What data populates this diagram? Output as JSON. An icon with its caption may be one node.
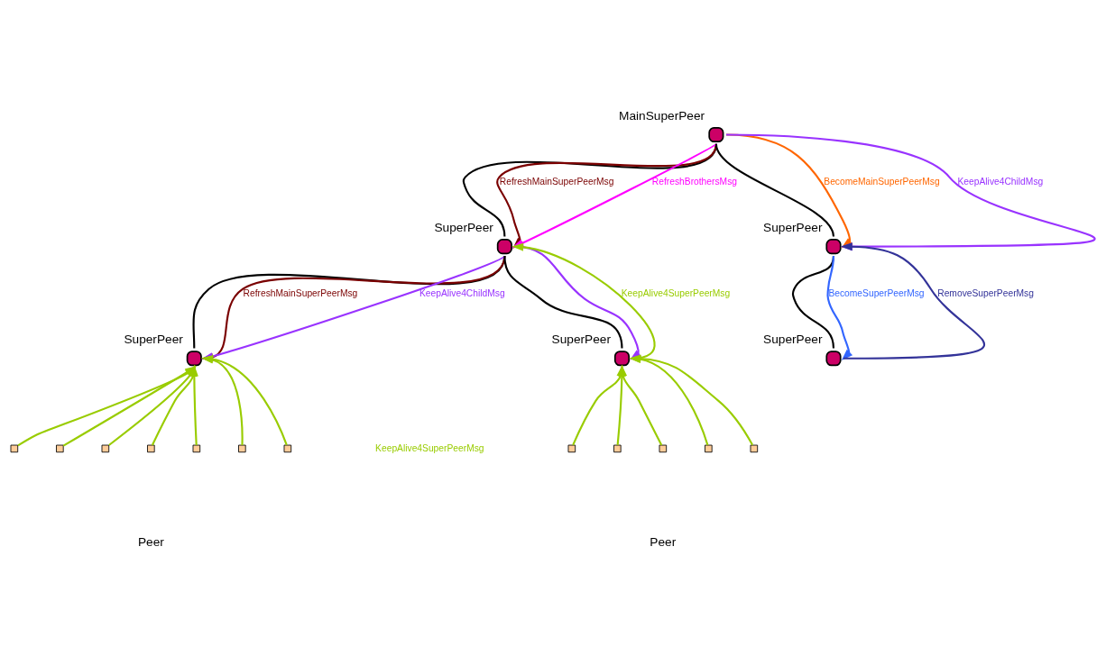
{
  "diagram": {
    "nodes": [
      {
        "text": [
          "MainSuperPeer"
        ]
      },
      {
        "text": [
          "SuperPeer"
        ]
      },
      {
        "text": [
          "SuperPeer"
        ]
      },
      {
        "text": [
          "SuperPeer"
        ]
      },
      {
        "text": [
          "SuperPeer"
        ]
      },
      {
        "text": [
          "SuperPeer"
        ]
      },
      {
        "text": [],
        "shape": "box"
      },
      {
        "text": [],
        "shape": "box"
      },
      {
        "text": [],
        "shape": "box"
      },
      {
        "text": [],
        "shape": "box"
      },
      {
        "text": [],
        "shape": "box"
      },
      {
        "text": [],
        "shape": "box"
      },
      {
        "text": [],
        "shape": "box"
      },
      {
        "text": [],
        "shape": "box"
      },
      {
        "text": [],
        "shape": "box"
      },
      {
        "text": [],
        "shape": "box"
      },
      {
        "text": [],
        "shape": "box"
      },
      {
        "text": [],
        "shape": "box"
      }
    ],
    "edges": [
      {
        "from": 0,
        "to": 1,
        "arrow": "none",
        "color": "#000000"
      },
      {
        "from": 0,
        "to": 2,
        "arrow": "none",
        "color": "#000000"
      },
      {
        "from": 1,
        "to": 3,
        "arrow": "none",
        "color": "#000000"
      },
      {
        "from": 1,
        "to": 4,
        "arrow": "none",
        "color": "#000000"
      },
      {
        "from": 2,
        "to": 5,
        "arrow": "none",
        "color": "#000000"
      },
      {
        "from": 0,
        "to": 1,
        "arrow": "to",
        "label": "RefreshMainSuperPeerMsg",
        "color": "#7a0000"
      },
      {
        "from": 0,
        "to": 1,
        "arrow": "to",
        "label": "RefreshBrothersMsg",
        "color": "#ff00ff"
      },
      {
        "from": 0,
        "to": 2,
        "arrow": "to",
        "label": "BecomeMainSuperPeerMsg",
        "color": "#ff6600"
      },
      {
        "from": 0,
        "to": 2,
        "arrow": "to",
        "label": "KeepAlive4ChildMsg",
        "color": "#9933ff"
      },
      {
        "from": 1,
        "to": 3,
        "arrow": "to",
        "label": "RefreshMainSuperPeerMsg",
        "color": "#7a0000"
      },
      {
        "from": 1,
        "to": 3,
        "arrow": "to",
        "label": "KeepAlive4ChildMsg",
        "color": "#9933ff"
      },
      {
        "from": 1,
        "to": 4,
        "arrow": "to",
        "color": "#9933ff"
      },
      {
        "from": 4,
        "to": 1,
        "arrow": "to",
        "label": "KeepAlive4SuperPeerMsg"
      },
      {
        "from": 2,
        "to": 5,
        "arrow": "to",
        "label": "BecomeSuperPeerMsg",
        "color": "#3366ff"
      },
      {
        "from": 5,
        "to": 2,
        "arrow": "to",
        "label": "RemoveSuperPeerMsg",
        "color": "#333399"
      },
      {
        "from": 6,
        "to": 3,
        "arrow": "to"
      },
      {
        "from": 7,
        "to": 3,
        "arrow": "to"
      },
      {
        "from": 8,
        "to": 3,
        "arrow": "to"
      },
      {
        "from": 9,
        "to": 3,
        "arrow": "to"
      },
      {
        "from": 10,
        "to": 3,
        "arrow": "to"
      },
      {
        "from": 11,
        "to": 3,
        "arrow": "to"
      },
      {
        "from": 12,
        "to": 3,
        "arrow": "to"
      },
      {
        "from": 13,
        "to": 4,
        "arrow": "to"
      },
      {
        "from": 14,
        "to": 4,
        "arrow": "to"
      },
      {
        "from": 15,
        "to": 4,
        "arrow": "to"
      },
      {
        "from": 16,
        "to": 4,
        "arrow": "to"
      },
      {
        "from": 17,
        "to": 4,
        "arrow": "to"
      }
    ],
    "labels": [
      "KeepAlive4SuperPeerMsg",
      "Peer",
      "Peer"
    ]
  }
}
